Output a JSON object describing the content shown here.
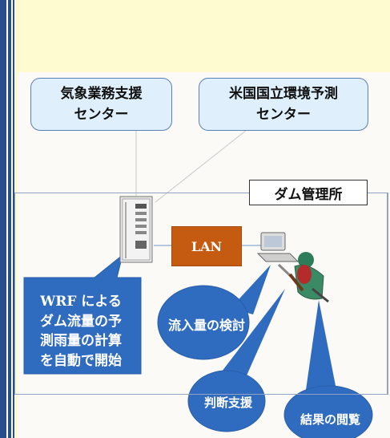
{
  "centers": {
    "jma": "気象業務支援\nセンター",
    "ncep": "米国国立環境予測\nセンター"
  },
  "office": {
    "label": "ダム管理所"
  },
  "network": {
    "lan_label": "LAN"
  },
  "callouts": {
    "wrf": "WRF による\nダム流量の予\n測雨量の計算\nを自動で開始",
    "inflow": "流入量の検討",
    "decision": "判断支援",
    "review": "結果の閲覧"
  },
  "colors": {
    "page_background": "#fffbd0",
    "center_fill": "#dff0fc",
    "callout_fill": "#2f6bbf",
    "lan_fill": "#c55a11"
  },
  "icons": [
    "server-icon",
    "operator-icon"
  ]
}
